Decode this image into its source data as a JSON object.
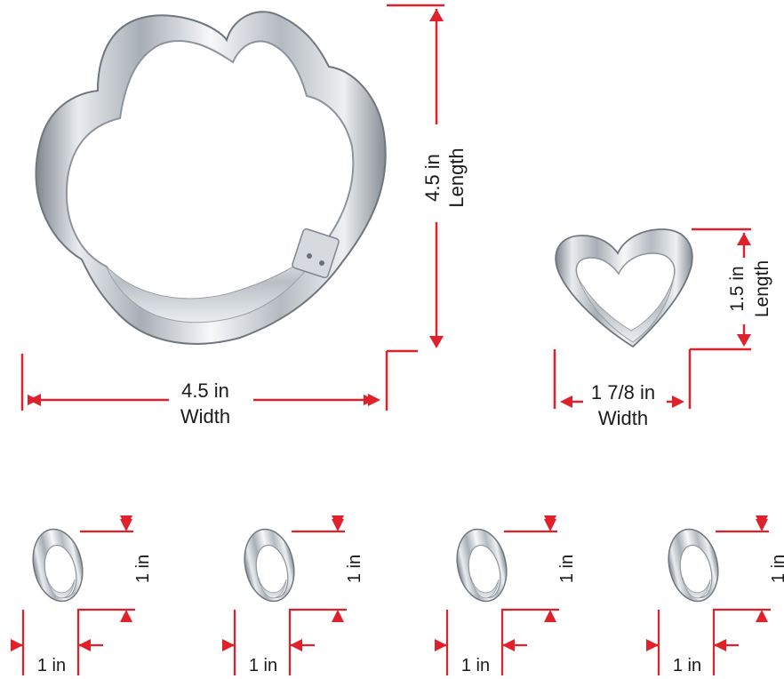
{
  "colors": {
    "dimension": "#e0202a",
    "metal_dark": "#8d949c",
    "metal_light": "#f3f5f7",
    "metal_mid": "#c4c9ce",
    "label": "#1a1a1a"
  },
  "cutters": [
    {
      "shape": "paw-print",
      "width_value": "4.5 in",
      "width_label": "Width",
      "length_value": "4.5 in",
      "length_label": "Length"
    },
    {
      "shape": "heart",
      "width_value": "1 7/8 in",
      "width_label": "Width",
      "length_value": "1.5 in",
      "length_label": "Length"
    },
    {
      "shape": "oval",
      "width_value": "1 in",
      "height_value": "1 in"
    },
    {
      "shape": "oval",
      "width_value": "1 in",
      "height_value": "1 in"
    },
    {
      "shape": "oval",
      "width_value": "1 in",
      "height_value": "1 in"
    },
    {
      "shape": "oval",
      "width_value": "1 in",
      "height_value": "1 in"
    }
  ]
}
